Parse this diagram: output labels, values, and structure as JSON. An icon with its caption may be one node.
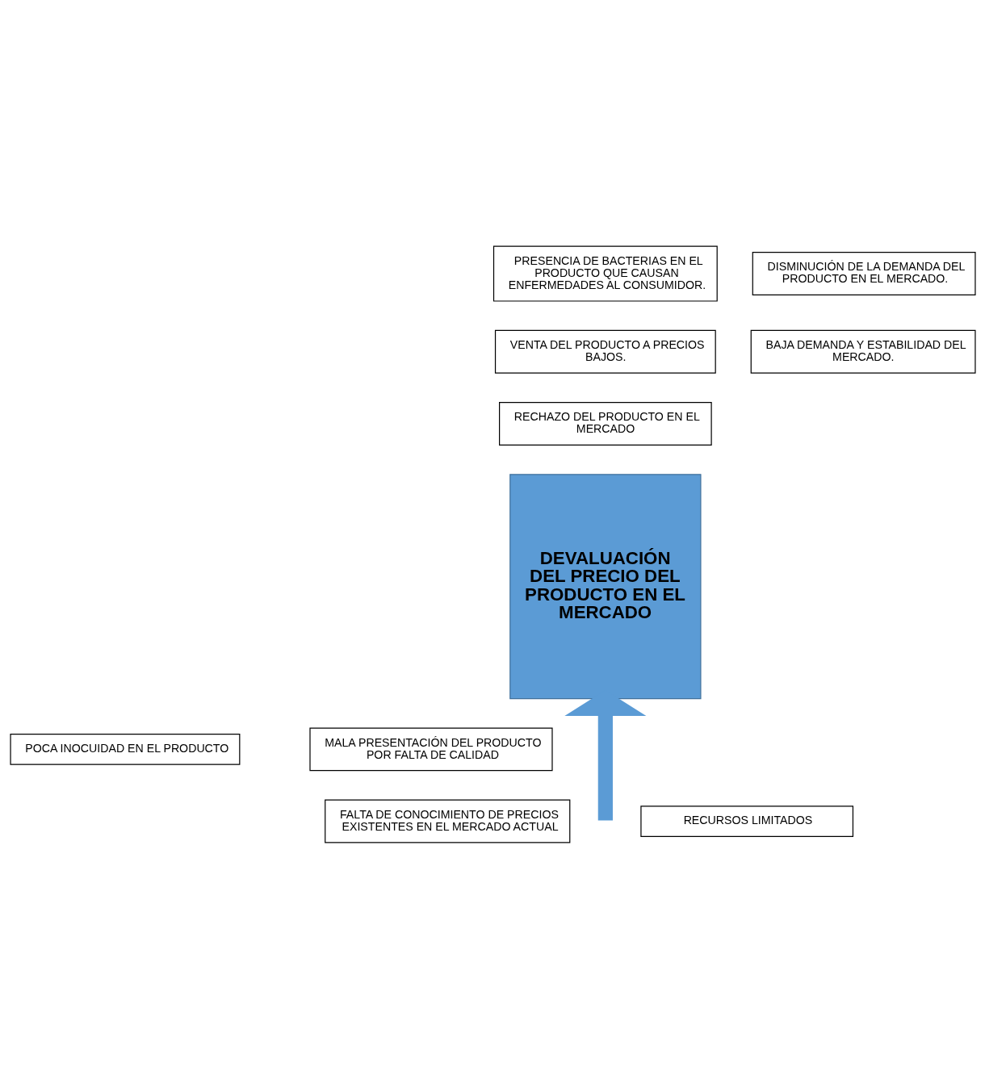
{
  "diagram": {
    "nodes": [
      {
        "text": [
          "PRESENCIA DE BACTERIAS EN EL PRODUCTO QUE CAUSAN ENFERMEDADES AL CONSUMIDOR."
        ]
      },
      {
        "text": [
          "DISMINUCIÓN DE LA DEMANDA DEL PRODUCTO EN EL MERCADO."
        ]
      },
      {
        "text": [
          "VENTA DEL PRODUCTO A PRECIOS BAJOS."
        ]
      },
      {
        "text": [
          "BAJA DEMANDA Y ESTABILIDAD DEL MERCADO."
        ]
      },
      {
        "text": [
          "RECHAZO DEL PRODUCTO EN EL MERCADO"
        ]
      },
      {
        "text": [
          "DEVALUACIÓN DEL PRECIO DEL PRODUCTO EN EL MERCADO"
        ]
      },
      {
        "text": [
          "POCA INOCUIDAD EN EL PRODUCTO"
        ]
      },
      {
        "text": [
          "MALA PRESENTACIÓN DEL PRODUCTO POR FALTA DE CALIDAD"
        ]
      },
      {
        "text": [
          "FALTA DE CONOCIMIENTO DE PRECIOS EXISTENTES EN EL MERCADO ACTUAL"
        ]
      },
      {
        "text": [
          "RECURSOS LIMITADOS"
        ]
      }
    ],
    "edges": [
      {
        "from": null,
        "to": 5,
        "arrow": "to",
        "color": "#5b9bd5"
      }
    ]
  }
}
